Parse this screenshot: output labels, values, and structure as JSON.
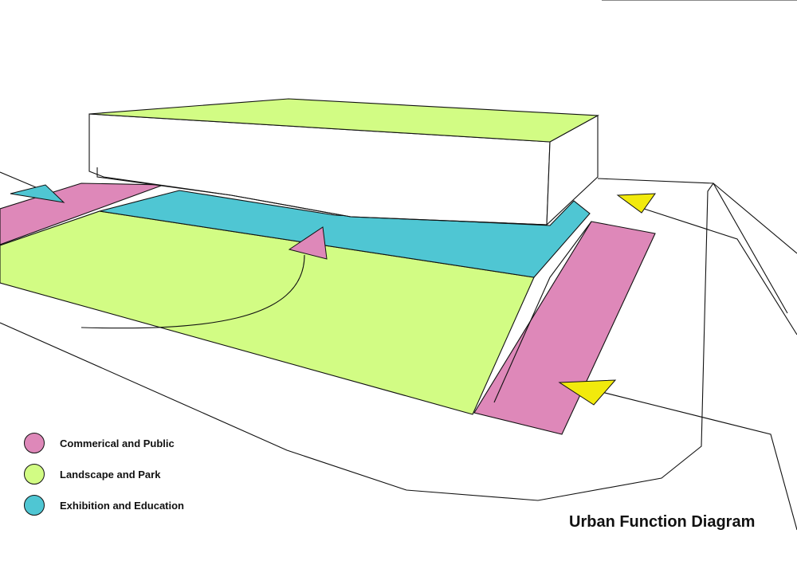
{
  "title": "Urban Function Diagram",
  "legend": [
    {
      "label": "Commerical and Public",
      "color": "#de88b9"
    },
    {
      "label": "Landscape and Park",
      "color": "#d2fc84"
    },
    {
      "label": "Exhibition and Education",
      "color": "#4fc6d3"
    }
  ],
  "colors": {
    "commercial": "#de88b9",
    "landscape": "#d2fc84",
    "exhibition": "#4fc6d3",
    "arrow_yellow": "#f2ea0c",
    "building_wall": "#ffffff",
    "outline": "#111111"
  }
}
